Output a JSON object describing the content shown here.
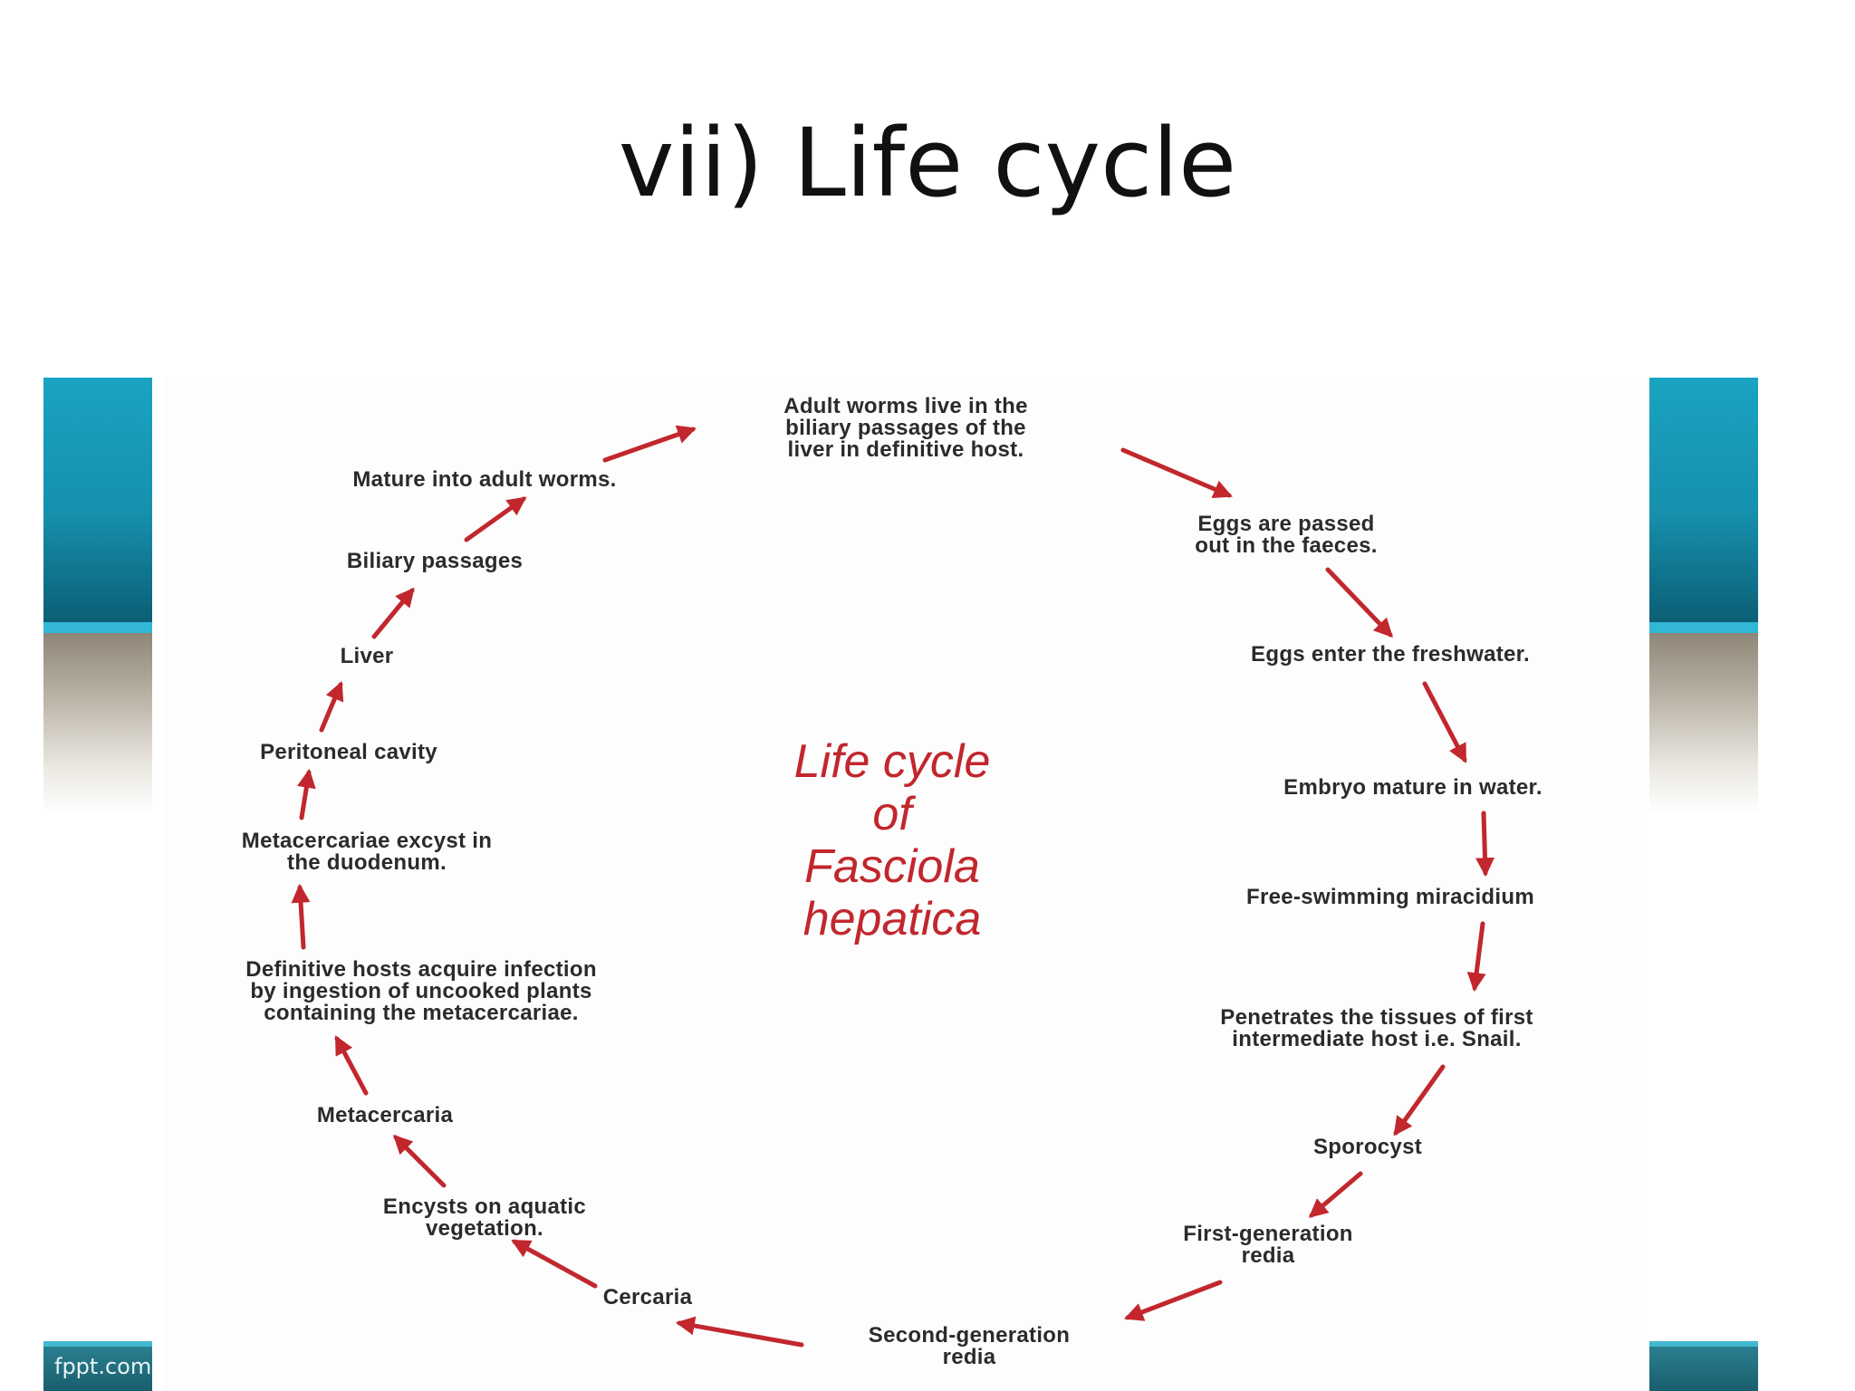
{
  "slide": {
    "title": "vii) Life cycle",
    "footer_brand": "fppt.com"
  },
  "diagram": {
    "center_title": [
      "Life  cycle",
      "of",
      "Fasciola",
      "hepatica"
    ],
    "arrow_color": "#c1272d",
    "stages": [
      {
        "id": "adult",
        "lines": [
          "Adult worms live in the",
          "biliary passages of the",
          "liver in definitive host."
        ]
      },
      {
        "id": "eggs-passed",
        "lines": [
          "Eggs are passed",
          "out in the faeces."
        ]
      },
      {
        "id": "eggs-freshwater",
        "lines": [
          "Eggs enter the freshwater."
        ]
      },
      {
        "id": "embryo",
        "lines": [
          "Embryo mature in water."
        ]
      },
      {
        "id": "miracidium",
        "lines": [
          "Free-swimming miracidium"
        ]
      },
      {
        "id": "penetrates",
        "lines": [
          "Penetrates the tissues of first",
          "intermediate host i.e. Snail."
        ]
      },
      {
        "id": "sporocyst",
        "lines": [
          "Sporocyst"
        ]
      },
      {
        "id": "first-redia",
        "lines": [
          "First-generation",
          "redia"
        ]
      },
      {
        "id": "second-redia",
        "lines": [
          "Second-generation",
          "redia"
        ]
      },
      {
        "id": "cercaria",
        "lines": [
          "Cercaria"
        ]
      },
      {
        "id": "encysts",
        "lines": [
          "Encysts on aquatic",
          "vegetation."
        ]
      },
      {
        "id": "metacercaria",
        "lines": [
          "Metacercaria"
        ]
      },
      {
        "id": "definitive-hosts",
        "lines": [
          "Definitive hosts acquire infection",
          "by ingestion of uncooked plants",
          "containing the metacercariae."
        ]
      },
      {
        "id": "excyst",
        "lines": [
          "Metacercariae excyst in",
          "the duodenum."
        ]
      },
      {
        "id": "peritoneal",
        "lines": [
          "Peritoneal cavity"
        ]
      },
      {
        "id": "liver",
        "lines": [
          "Liver"
        ]
      },
      {
        "id": "biliary",
        "lines": [
          "Biliary passages"
        ]
      },
      {
        "id": "mature",
        "lines": [
          "Mature into adult worms."
        ]
      }
    ]
  }
}
